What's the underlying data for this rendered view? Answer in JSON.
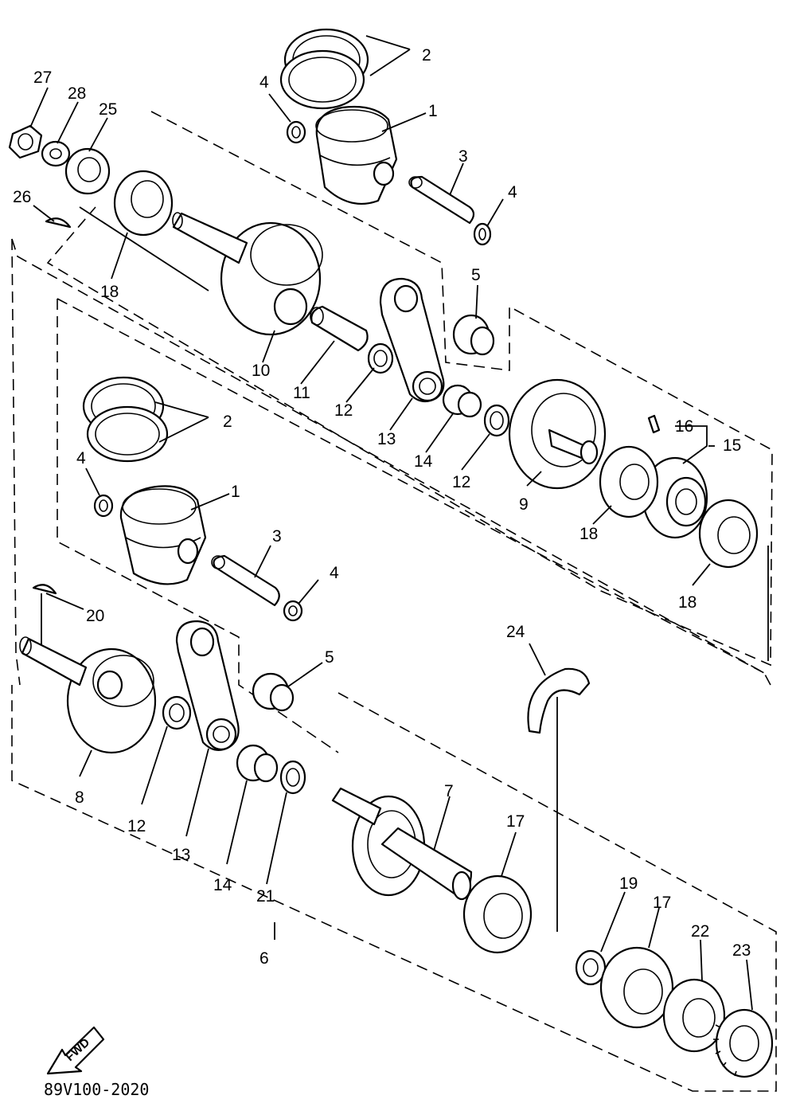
{
  "diagram": {
    "drawing_code": "89V100-2020",
    "direction_label": "FWD",
    "callouts": {
      "c1a": "1",
      "c1b": "1",
      "c2a": "2",
      "c2b": "2",
      "c3a": "3",
      "c3b": "3",
      "c4a": "4",
      "c4b": "4",
      "c4c": "4",
      "c4d": "4",
      "c5a": "5",
      "c5b": "5",
      "c6": "6",
      "c7": "7",
      "c8": "8",
      "c9": "9",
      "c10": "10",
      "c11": "11",
      "c12a": "12",
      "c12b": "12",
      "c12c": "12",
      "c13a": "13",
      "c13b": "13",
      "c14a": "14",
      "c14b": "14",
      "c15": "15",
      "c16": "16",
      "c17a": "17",
      "c17b": "17",
      "c18a": "18",
      "c18b": "18",
      "c18c": "18",
      "c19": "19",
      "c20": "20",
      "c21": "21",
      "c22": "22",
      "c23": "23",
      "c24": "24",
      "c25": "25",
      "c26": "26",
      "c27": "27",
      "c28": "28"
    }
  }
}
